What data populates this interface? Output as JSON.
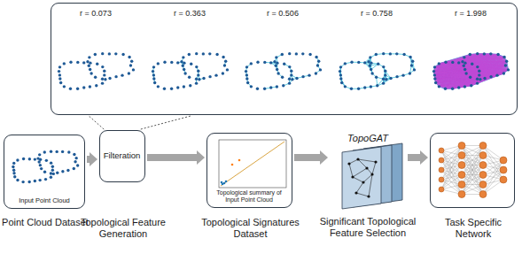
{
  "diagram": {
    "nodes": [
      {
        "text": [
          "r = 0.073",
          "r = 0.363",
          "r = 0.506",
          "r = 0.758",
          "r = 1.998"
        ]
      },
      {
        "text": [
          "Input Point Cloud",
          "Point Cloud Dataset"
        ]
      },
      {
        "text": [
          "Filteration",
          "Topological Feature Generation"
        ]
      },
      {
        "text": [
          "Topological summary of Input Point Cloud",
          "Topological Signatures Dataset"
        ]
      },
      {
        "text": [
          "TopoGAT",
          "Significant Topological Feature Selection"
        ]
      },
      {
        "text": [
          "Task Specific Network"
        ]
      }
    ],
    "edges": [
      {
        "from": 2,
        "to": 0,
        "arrow": "none"
      },
      {
        "from": 2,
        "to": 0,
        "arrow": "none"
      },
      {
        "from": 1,
        "to": 2,
        "arrow": "to"
      },
      {
        "from": 2,
        "to": 3,
        "arrow": "to"
      },
      {
        "from": 3,
        "to": 4,
        "arrow": "to"
      },
      {
        "from": 4,
        "to": 5,
        "arrow": "to"
      }
    ]
  }
}
